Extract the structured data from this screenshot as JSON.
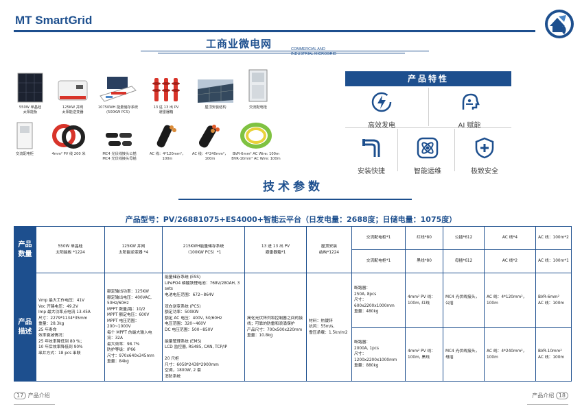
{
  "brand": "MT SmartGrid",
  "section": {
    "title": "工商业微电网",
    "sub_en_1": "COMMERCIAL AND",
    "sub_en_2": "INDUSTRIAL MICROGRID"
  },
  "products": [
    {
      "caption_1": "550W 单晶硅",
      "caption_2": "太阳能板"
    },
    {
      "caption_1": "125KW 并网",
      "caption_2": "太阳能逆变器"
    },
    {
      "caption_1": "1075KWH 能量储存系统",
      "caption_2": "(500KW PCS)"
    },
    {
      "caption_1": "13 进 13 出 PV",
      "caption_2": "避雷器箱"
    },
    {
      "caption_1": "屋顶安装结构",
      "caption_2": ""
    },
    {
      "caption_1": "交流配电柜",
      "caption_2": ""
    },
    {
      "caption_1": "交流配电柜",
      "caption_2": ""
    },
    {
      "caption_1": "4mm² PV 线 200 米",
      "caption_2": ""
    },
    {
      "caption_1": "MC4 光伏线接头公插",
      "caption_2": "MC4 光伏线接头母插"
    },
    {
      "caption_1": "AC 线：4*120mm²，",
      "caption_2": "100m"
    },
    {
      "caption_1": "AC 线：4*240mm²，",
      "caption_2": "100m"
    },
    {
      "caption_1": "BVR-6mm² AC Wire: 100m",
      "caption_2": "BVR-10mm² AC Wire: 100m"
    }
  ],
  "features": {
    "title": "产品特性",
    "items": [
      {
        "label": "高效发电",
        "icon": "lightning-icon"
      },
      {
        "label": "AI 赋能",
        "icon": "ai-head-icon"
      },
      {
        "label": "安装快捷",
        "icon": "pipe-install-icon"
      },
      {
        "label": "智能运维",
        "icon": "atom-icon"
      },
      {
        "label": "极致安全",
        "icon": "shield-plus-icon"
      }
    ]
  },
  "tech": {
    "title": "技术参数",
    "model": "产品型号：PV/26881075+ES4000+智能云平台（日发电量：2688度；日储电量：1075度）"
  },
  "table": {
    "row_qty_label": "产品\n数量",
    "row_desc_label": "产品\n描述",
    "qty": {
      "panel": "550W 单晶硅\n太阳能板 *1224",
      "inverter": "125KW 并网\n太阳能逆变器 *4",
      "ess": "215KWH能量储存系统\n（100KW PCS）*1",
      "combiner": "13 进 13 出 PV\n避雷器箱*1",
      "mount": "屋顶安装\n结构*1224",
      "ac_cabinet_1": "交流配电柜*1",
      "ac_cabinet_2": "交流配电柜*1",
      "pv_red": "红线*80",
      "pv_black": "黑线*80",
      "mc4_male": "公插*612",
      "mc4_female": "母插*612",
      "ac_4": "AC 线*4",
      "ac_2": "AC 线*2",
      "ac_100_2": "AC 线：100m*2",
      "ac_100_1": "AC 线：100m*1"
    },
    "desc": {
      "panel": "Vmp 最大工作电压：41V\nVoc 开路电压：49.2V\nImp 最大功率点电流 13.45A\n尺寸：2279*1134*35mm\n重量：28.3kg\n25 年寿命\n效率衰减情况：\n25 年效率降低到 80 %；\n10 年后效率降低到 90%\n串并方式：18 pcs 串联",
      "inverter": "额定输出功率：125KW\n额定输出电压：400VAC, 50Hz/60Hz\nMPPT 数量/路：10/2\nMPPT 额定电压：600V\nMPPT 电压范围：200~1000V\n每个 MPPT 的最大输入电流：32A\n最大效率：98.7%\n防护等级：IP66\n尺寸：970x640x345mm\n重量：84kg",
      "ess": "能量储存系统 (ESS)\nLiFePO4 磷酸铁锂电池：768V/280AH, 3 sets\n电池电压范围：672~864V\n\n双向逆变系统 (PCS)\n额定功率：500KW\n额定 AC 电压：400V, 50/60Hz\n电压范围：320~460V\nDC 电压范围：500~850V\n\n能量管理系统 (EMS)\nLCD 监控器, RS485, CAN, TCP/IP\n\n20 尺柜\n尺寸：6058*2438*2900mm\n空调，1800W, 2 套\n消防系统",
      "combiner": "简化光伏阵列和控制器之间的接线；可靠的防雷和浪涌保护\n产品尺寸：700x500x220mm\n重量：10.8kg",
      "mount": "材料：热镀锌\n抗风：55m/s,\n雪压承载：1.5kn/m2",
      "breaker_1": "断路器：\n250A, 8pcs\n尺寸：\n600x2200x1000mm\n重量：480kg",
      "breaker_2": "断路器：\n2000A, 1pcs\n尺寸：\n1200x2200x1000mm\n重量：880kg",
      "pv_red": "4mm² PV 线：100m, 红线",
      "pv_black": "4mm² PV 线：100m, 黑线",
      "mc4_male": "MC4 光伏线接头，公插",
      "mc4_female": "MC4 光伏线接头，母插",
      "ac_120": "AC 线：4*120mm²，100m",
      "ac_240": "AC 线：4*240mm²，100m",
      "bvr_6": "BVR-6mm²\nAC 线：100m",
      "bvr_10": "BVR-10mm²\nAC 线：100m"
    }
  },
  "footer": {
    "left_num": "17",
    "left_label": "产品介绍",
    "right_num": "18",
    "right_label": "产品介绍"
  },
  "colors": {
    "brand_blue": "#1d4f8e",
    "accent_red": "#d8342a",
    "accent_green": "#7fc241"
  }
}
